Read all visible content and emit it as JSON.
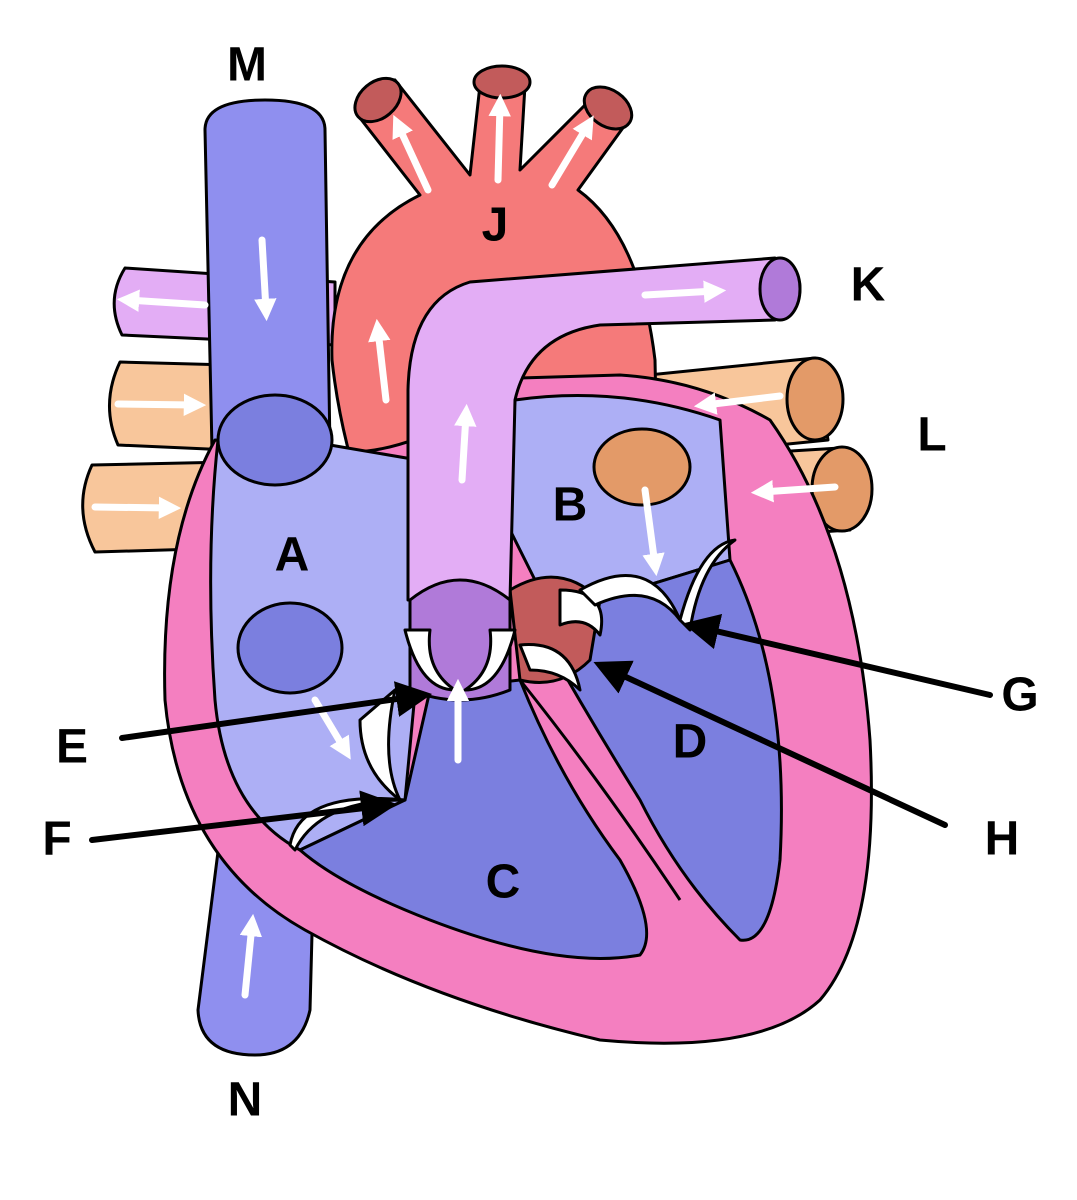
{
  "labels": {
    "A": "A",
    "B": "B",
    "C": "C",
    "D": "D",
    "E": "E",
    "F": "F",
    "G": "G",
    "H": "H",
    "J": "J",
    "K": "K",
    "L": "L",
    "M": "M",
    "N": "N"
  },
  "colors": {
    "vena_cava": "#8f8fef",
    "right_atrium": "#adaff5",
    "ventricle": "#7b7fdf",
    "aorta": "#f57a7a",
    "aorta_openings": "#c25b5b",
    "pulmonary_artery": "#e3adf5",
    "pulmonary_valve": "#b07ad9",
    "pulmonary_veins": "#f8c69b",
    "vein_openings": "#e39a68",
    "heart_wall": "#f47fc0",
    "valve": "#ffffff",
    "arrows": "#000000"
  }
}
